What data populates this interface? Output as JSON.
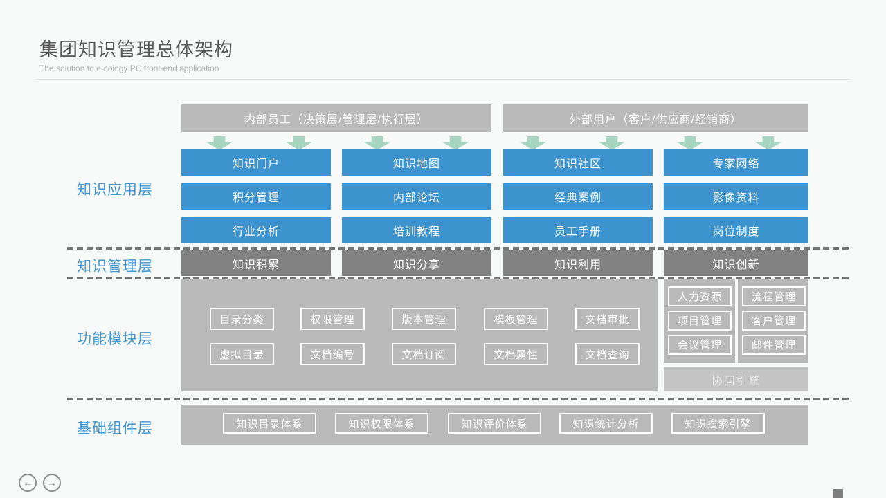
{
  "slide": {
    "title": "集团知识管理总体架构",
    "subtitle": "The solution to e-cology PC front-end application"
  },
  "headers": {
    "internal": "内部员工（决策层/管理层/执行层）",
    "external": "外部用户（客户/供应商/经销商）"
  },
  "layers": {
    "application": {
      "label": "知识应用层",
      "columns": [
        [
          "知识门户",
          "积分管理",
          "行业分析"
        ],
        [
          "知识地图",
          "内部论坛",
          "培训教程"
        ],
        [
          "知识社区",
          "经典案例",
          "员工手册"
        ],
        [
          "专家网络",
          "影像资料",
          "岗位制度"
        ]
      ]
    },
    "management": {
      "label": "知识管理层",
      "items": [
        "知识积累",
        "知识分享",
        "知识利用",
        "知识创新"
      ]
    },
    "modules": {
      "label": "功能模块层",
      "rows": [
        [
          "目录分类",
          "权限管理",
          "版本管理",
          "模板管理",
          "文档审批"
        ],
        [
          "虚拟目录",
          "文档编号",
          "文档订阅",
          "文档属性",
          "文档查询"
        ]
      ],
      "side_columns": [
        [
          "人力资源",
          "项目管理",
          "会议管理"
        ],
        [
          "流程管理",
          "客户管理",
          "邮件管理"
        ]
      ],
      "engine": "协同引擎"
    },
    "foundation": {
      "label": "基础组件层",
      "items": [
        "知识目录体系",
        "知识权限体系",
        "知识评价体系",
        "知识统计分析",
        "知识搜索引擎"
      ]
    }
  },
  "nav": {
    "prev": "←",
    "next": "→"
  },
  "colors": {
    "accent_blue": "#3d93cd",
    "label_blue": "#4296d2",
    "panel_gray": "#b9b9b9",
    "dark_gray": "#828282",
    "engine_gray": "#c4c4c4",
    "arrow_green": "#a8d5c2",
    "title_gray": "#595959"
  }
}
